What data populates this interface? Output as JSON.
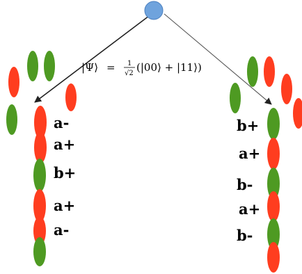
{
  "colors": {
    "source": "#6fa3dd",
    "red": "#ff3d1f",
    "green": "#4e9a22",
    "arrow": "#222222"
  },
  "formula": {
    "ket_psi": "|Ψ⟩",
    "equals": "=",
    "frac_num": "1",
    "frac_den": "√2",
    "body": "(|00⟩ + |11⟩)"
  },
  "left_measurements": [
    "a-",
    "a+",
    "b+",
    "a+",
    "a-"
  ],
  "right_measurements": [
    "b+",
    "a+",
    "b-",
    "a+",
    "b-"
  ]
}
